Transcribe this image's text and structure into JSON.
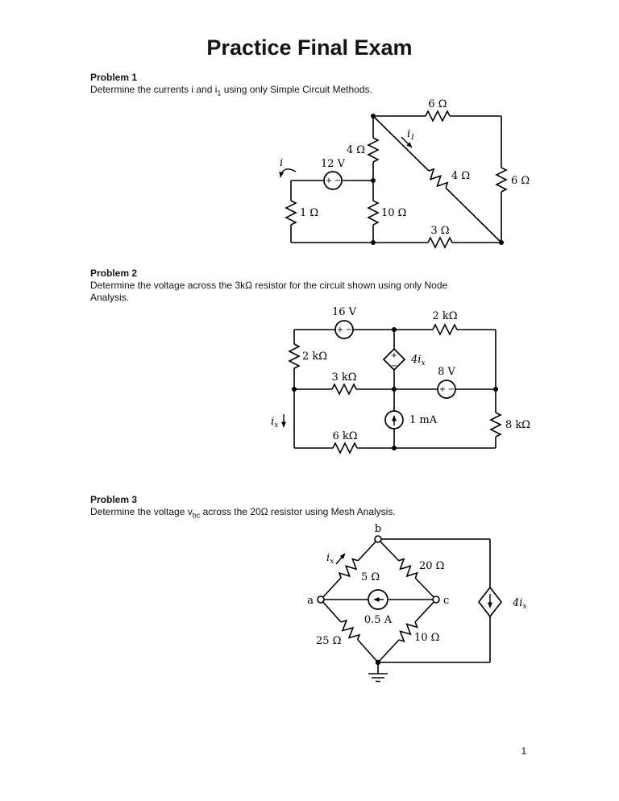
{
  "symbols": {
    "plus": "+",
    "minus": "−"
  },
  "page": {
    "title": "Practice Final Exam",
    "page_number": "1"
  },
  "problem1": {
    "heading": "Problem 1",
    "body_pre": "Determine the currents i and i",
    "body_sub": "1",
    "body_post": " using only Simple Circuit Methods.",
    "circuit": {
      "source_12v": "12 V",
      "r_top_6": "6 Ω",
      "r_right_6": "6 Ω",
      "r_mid_4": "4 Ω",
      "r_diag_4": "4 Ω",
      "r_mid_10": "10 Ω",
      "r_left_1": "1 Ω",
      "r_bottom_3": "3 Ω",
      "i_label": "i",
      "i1_label": "i",
      "i1_sub": "1"
    }
  },
  "problem2": {
    "heading": "Problem 2",
    "body_line1": "Determine the voltage across the 3kΩ resistor for the circuit shown using only Node",
    "body_line2": "Analysis.",
    "circuit": {
      "source_16v": "16 V",
      "source_8v": "8 V",
      "source_1ma": "1 mA",
      "dep_label": "4i",
      "dep_sub": "x",
      "r_left_2k": "2 kΩ",
      "r_top_2k": "2 kΩ",
      "r_mid_3k": "3 kΩ",
      "r_right_8k": "8 kΩ",
      "r_bottom_6k": "6 kΩ",
      "ix_label": "i",
      "ix_sub": "x"
    }
  },
  "problem3": {
    "heading": "Problem 3",
    "body_pre": "Determine the voltage v",
    "body_sub": "bc",
    "body_post": " across the 20Ω resistor using Mesh Analysis.",
    "circuit": {
      "node_a": "a",
      "node_b": "b",
      "node_c": "c",
      "r_ab_5": "5 Ω",
      "r_bc_20": "20 Ω",
      "r_ag_25": "25 Ω",
      "r_cg_10": "10 Ω",
      "source_05a": "0.5 A",
      "dep_label": "4i",
      "dep_sub": "x",
      "ix_label": "i",
      "ix_sub": "x"
    }
  }
}
